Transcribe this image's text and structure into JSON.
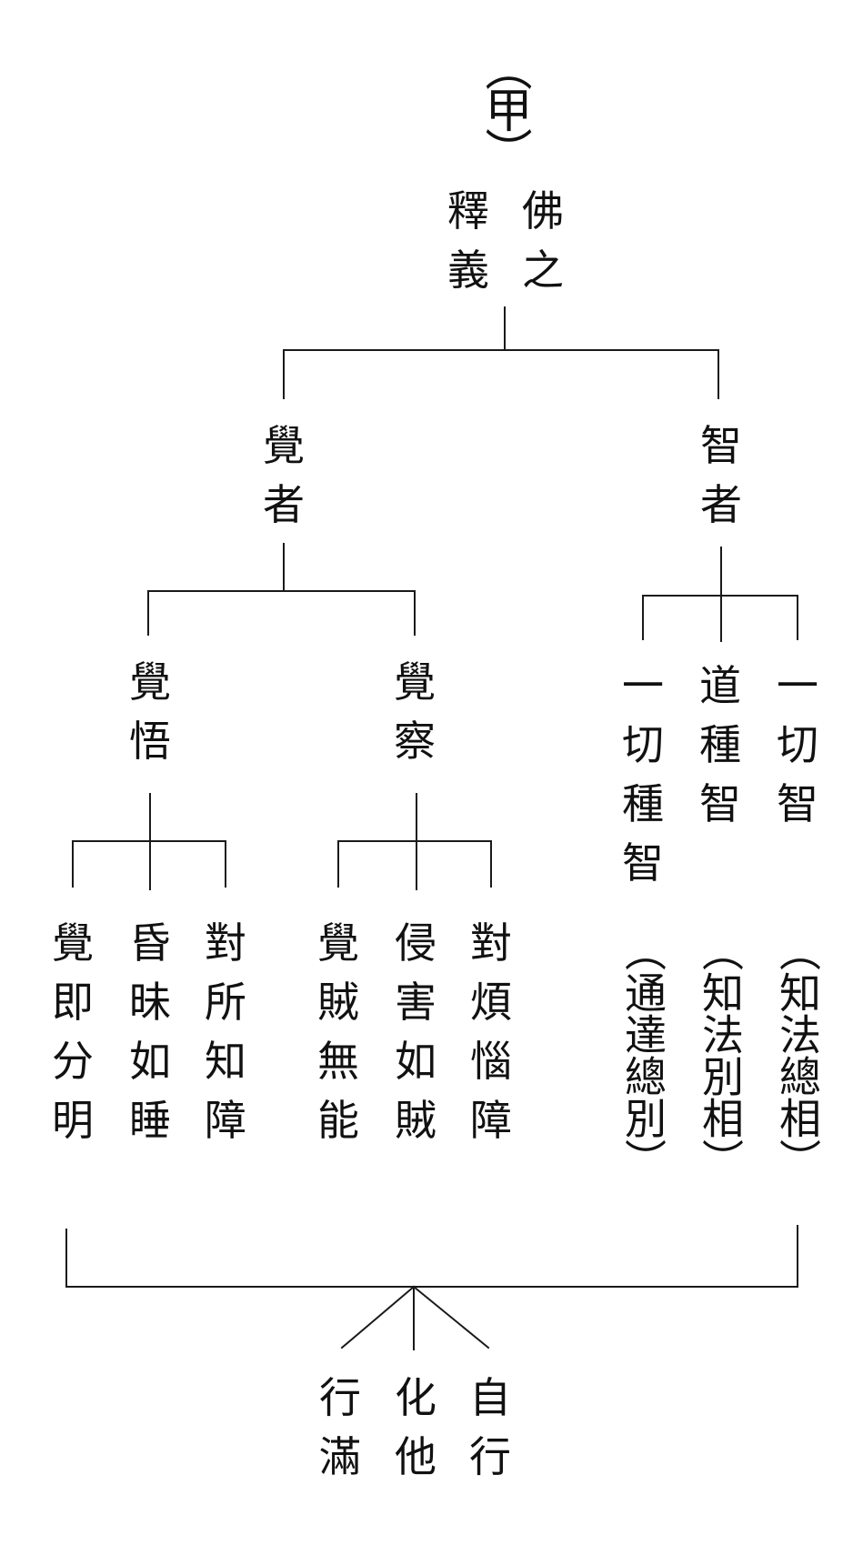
{
  "colors": {
    "ink": "#111111",
    "line": "#1a1a1a",
    "background": "#ffffff"
  },
  "root": {
    "label": "（甲）",
    "lines": [
      "佛之",
      "釋義"
    ]
  },
  "left_branch": {
    "label": "覺者",
    "children": [
      {
        "label": "覺悟",
        "items": [
          "對所知障",
          "昏昧如睡",
          "覺即分明"
        ]
      },
      {
        "label": "覺察",
        "items": [
          "對煩惱障",
          "侵害如賊",
          "覺賊無能"
        ]
      }
    ]
  },
  "right_branch": {
    "label": "智者",
    "items": [
      {
        "name": "一切智",
        "note": "（知法總相）"
      },
      {
        "name": "道種智",
        "note": "（知法別相）"
      },
      {
        "name": "一切種智",
        "note": "（通達總別）"
      }
    ]
  },
  "result": {
    "items": [
      "自行",
      "化他",
      "行滿"
    ]
  }
}
